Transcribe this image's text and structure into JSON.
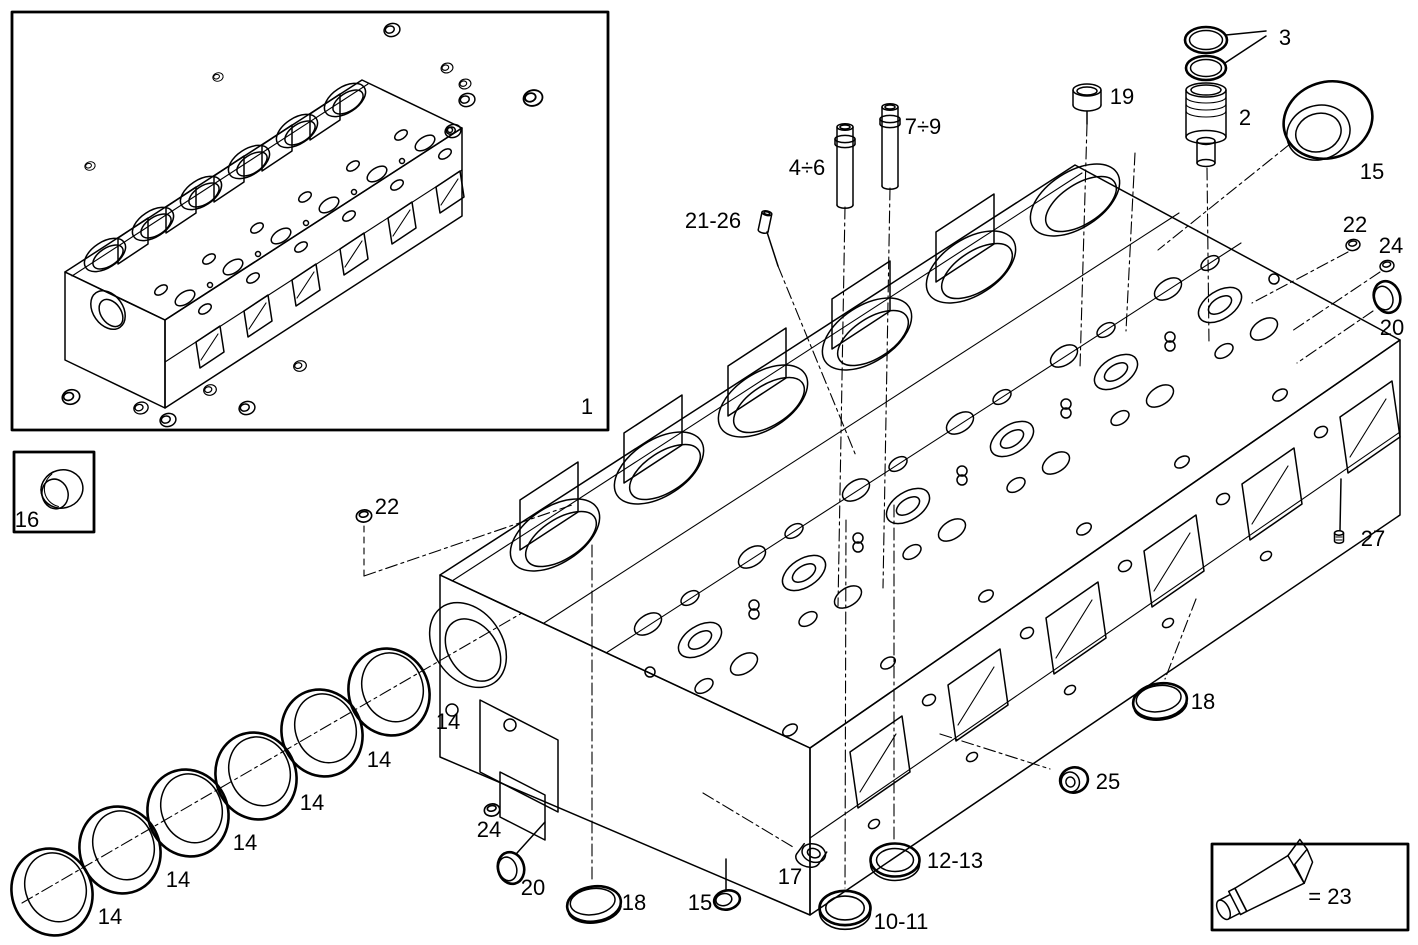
{
  "figure": {
    "background_color": "#ffffff",
    "line_color": "#000000",
    "insets": {
      "assembled_head_label": "1",
      "plug_inset_label": "16",
      "sealant_inset_label": "= 23"
    },
    "callouts": [
      {
        "id": "assembled-head",
        "text": "1"
      },
      {
        "id": "o-rings",
        "text": "3"
      },
      {
        "id": "cup-plug-19",
        "text": "19"
      },
      {
        "id": "injector-sleeve",
        "text": "2"
      },
      {
        "id": "bushing-15-top",
        "text": "15"
      },
      {
        "id": "valve-guide-7-9",
        "text": "7÷9"
      },
      {
        "id": "valve-guide-4-6",
        "text": "4÷6"
      },
      {
        "id": "pin-21-26",
        "text": "21-26"
      },
      {
        "id": "plug-22-right",
        "text": "22"
      },
      {
        "id": "plug-24-right",
        "text": "24"
      },
      {
        "id": "cup-plug-20-right",
        "text": "20"
      },
      {
        "id": "screw-27",
        "text": "27"
      },
      {
        "id": "plug-22-left",
        "text": "22"
      },
      {
        "id": "plug-inset-16",
        "text": "16"
      },
      {
        "id": "bushing-14-6",
        "text": "14"
      },
      {
        "id": "bushing-14-5",
        "text": "14"
      },
      {
        "id": "bushing-14-4",
        "text": "14"
      },
      {
        "id": "bushing-14-3",
        "text": "14"
      },
      {
        "id": "bushing-14-2",
        "text": "14"
      },
      {
        "id": "bushing-14-1",
        "text": "14"
      },
      {
        "id": "plug-24-bottom",
        "text": "24"
      },
      {
        "id": "cup-plug-20-bottom",
        "text": "20"
      },
      {
        "id": "cup-plug-18-bottom",
        "text": "18"
      },
      {
        "id": "plug-15-bottom",
        "text": "15"
      },
      {
        "id": "plug-17",
        "text": "17"
      },
      {
        "id": "seat-ring-12-13",
        "text": "12-13"
      },
      {
        "id": "seat-ring-10-11",
        "text": "10-11"
      },
      {
        "id": "cup-plug-18-right",
        "text": "18"
      },
      {
        "id": "plug-25",
        "text": "25"
      },
      {
        "id": "sealant-tube-23",
        "text": "= 23"
      }
    ]
  }
}
